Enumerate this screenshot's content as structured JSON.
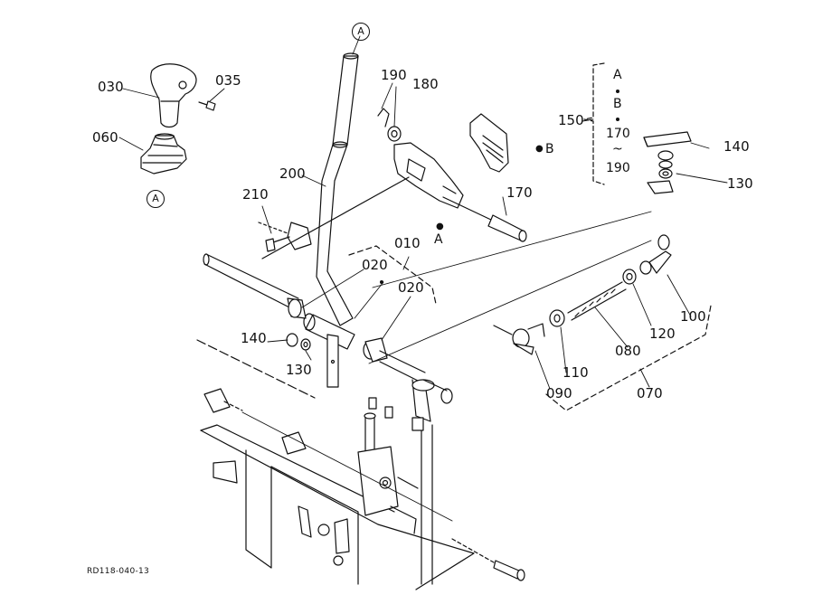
{
  "figure_ref": "RD118-040-13",
  "circled_refs": [
    "A",
    "A"
  ],
  "callouts": {
    "p010": "010",
    "p020a": "020",
    "p020b": "020",
    "p030": "030",
    "p035": "035",
    "p060": "060",
    "p070": "070",
    "p080": "080",
    "p090": "090",
    "p100": "100",
    "p110": "110",
    "p120": "120",
    "p130a": "130",
    "p130b": "130",
    "p140a": "140",
    "p140b": "140",
    "p150": "150",
    "p170": "170",
    "p180": "180",
    "p190": "190",
    "p200": "200",
    "p210": "210"
  },
  "markers": {
    "a_dot": "A",
    "b_dot": "B"
  },
  "kit_150_contents": [
    "A",
    "B",
    "170",
    "~",
    "190"
  ]
}
